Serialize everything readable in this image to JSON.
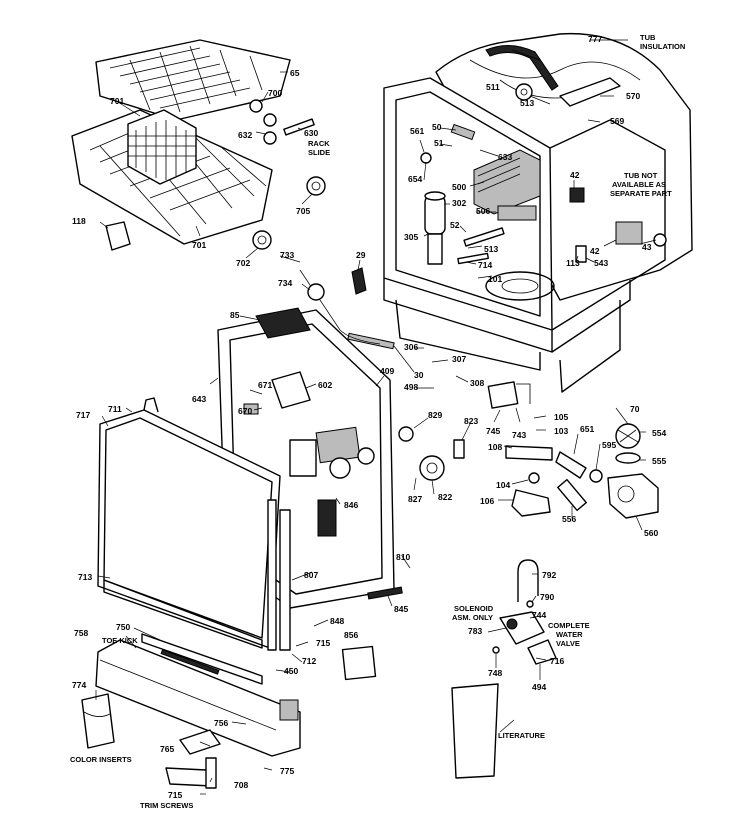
{
  "parts": {
    "p777": "777",
    "p511": "511",
    "p513": "513",
    "p570": "570",
    "p569": "569",
    "p561": "561",
    "p50": "50",
    "p51": "51",
    "p633": "633",
    "p654": "654",
    "p500": "500",
    "p302": "302",
    "p506": "506",
    "p305": "305",
    "p52": "52",
    "p513b": "513",
    "p714": "714",
    "p101": "101",
    "p42": "42",
    "p113": "113",
    "p42b": "42",
    "p543": "543",
    "p43": "43",
    "p65": "65",
    "p700": "700",
    "p701": "701",
    "p632": "632",
    "p630": "630",
    "p705": "705",
    "p118": "118",
    "p701b": "701",
    "p702": "702",
    "p733": "733",
    "p29": "29",
    "p734": "734",
    "p85": "85",
    "p306": "306",
    "p307": "307",
    "p30": "30",
    "p308": "308",
    "p409": "409",
    "p498": "498",
    "p643": "643",
    "p671": "671",
    "p670": "670",
    "p602": "602",
    "p829": "829",
    "p717": "717",
    "p711": "711",
    "p745": "745",
    "p743": "743",
    "p105": "105",
    "p103": "103",
    "p651": "651",
    "p70": "70",
    "p554": "554",
    "p555": "555",
    "p595": "595",
    "p823": "823",
    "p108": "108",
    "p827": "827",
    "p822": "822",
    "p104": "104",
    "p106": "106",
    "p556": "556",
    "p560": "560",
    "p846": "846",
    "p810": "810",
    "p807": "807",
    "p713": "713",
    "p845": "845",
    "p792": "792",
    "p790": "790",
    "p750": "750",
    "p758": "758",
    "p848": "848",
    "p715": "715",
    "p856": "856",
    "p744": "744",
    "p783": "783",
    "p712": "712",
    "p450": "450",
    "p716": "716",
    "p748": "748",
    "p494": "494",
    "p774": "774",
    "p756": "756",
    "p765": "765",
    "p775": "775",
    "p708": "708",
    "p715b": "715"
  },
  "notes": {
    "tub_insulation_1": "TUB",
    "tub_insulation_2": "INSULATION",
    "rack_slide_1": "RACK",
    "rack_slide_2": "SLIDE",
    "tub_not_available_1": "TUB NOT",
    "tub_not_available_2": "AVAILABLE AS",
    "tub_not_available_3": "SEPARATE PART",
    "solenoid_1": "SOLENOID",
    "solenoid_2": "ASM. ONLY",
    "complete_valve_1": "COMPLETE",
    "complete_valve_2": "WATER",
    "complete_valve_3": "VALVE",
    "toe_kick_1": "TOE KICK",
    "color_inserts": "COLOR INSERTS",
    "trim_screws": "TRIM SCREWS",
    "literature": "LITERATURE"
  }
}
